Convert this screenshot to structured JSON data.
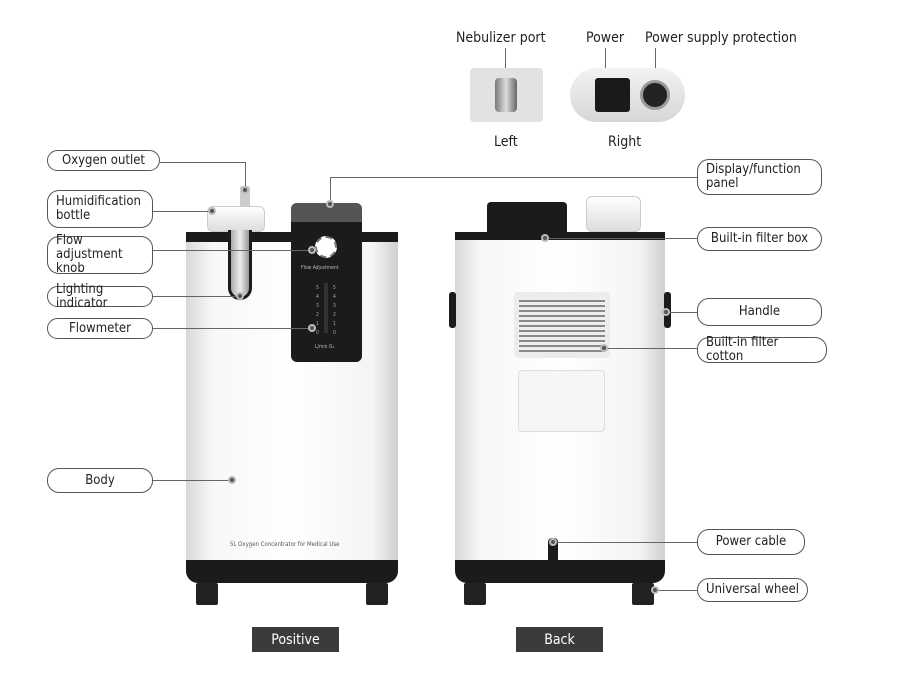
{
  "top_labels": {
    "nebulizer_port": "Nebulizer port",
    "power": "Power",
    "power_supply_protection": "Power supply protection",
    "left": "Left",
    "right": "Right"
  },
  "left_callouts": {
    "oxygen_outlet": "Oxygen outlet",
    "humidification_bottle": "Humidification bottle",
    "flow_knob": "Flow adjustment knob",
    "lighting_indicator": "Lighting indicator",
    "flowmeter": "Flowmeter",
    "body": "Body"
  },
  "right_callouts": {
    "display_panel": "Display/function panel",
    "filter_box": "Built-in filter box",
    "handle": "Handle",
    "filter_cotton": "Built-in filter cotton",
    "power_cable": "Power cable",
    "wheel": "Universal wheel"
  },
  "device": {
    "panel_flow_label": "Flow Adjustment",
    "panel_unit": "L/min O₂",
    "scale": [
      "5",
      "4",
      "3",
      "2",
      "1",
      "0"
    ],
    "product_text": "5L Oxygen Concentrator for Medical Use"
  },
  "buttons": {
    "positive": "Positive",
    "back": "Back"
  }
}
